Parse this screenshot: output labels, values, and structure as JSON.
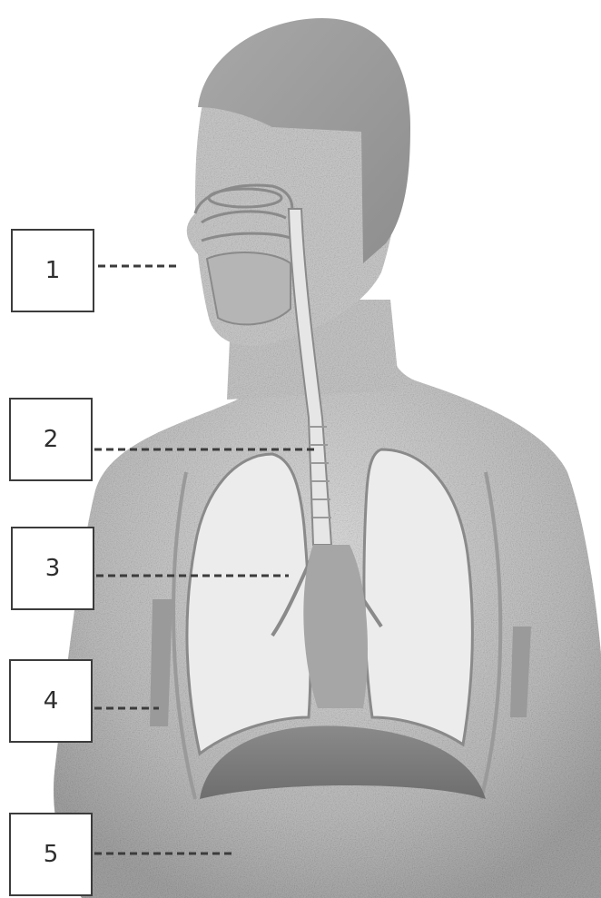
{
  "labels": [
    {
      "id": "1",
      "text": "1"
    },
    {
      "id": "2",
      "text": "2"
    },
    {
      "id": "3",
      "text": "3"
    },
    {
      "id": "4",
      "text": "4"
    },
    {
      "id": "5",
      "text": "5"
    }
  ],
  "colors": {
    "ink": "#3c3c3c",
    "skin": "#c4c4c4",
    "hair": "#9a9a9a",
    "lung": "#ececec",
    "organ_outline": "#8a8a8a",
    "diaphragm": "#7d7d7d"
  }
}
